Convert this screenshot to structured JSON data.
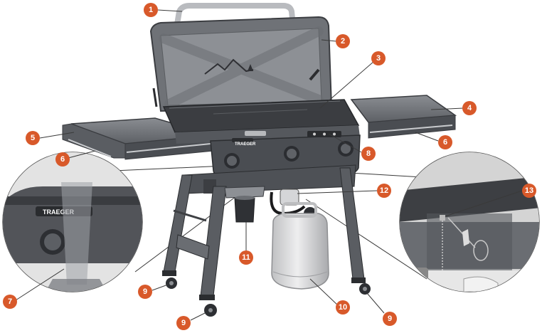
{
  "brand": "TRAEGER",
  "colors": {
    "callout": "#d8592a",
    "body": "#4a4d52",
    "dark": "#2c2e31",
    "light": "#8e9196",
    "lid": "#7b7e83",
    "tank": "#d9d9da"
  },
  "callouts": [
    {
      "label": "1"
    },
    {
      "label": "2"
    },
    {
      "label": "3"
    },
    {
      "label": "4"
    },
    {
      "label": "5"
    },
    {
      "label": "6"
    },
    {
      "label": "6"
    },
    {
      "label": "7"
    },
    {
      "label": "8"
    },
    {
      "label": "9"
    },
    {
      "label": "9"
    },
    {
      "label": "9"
    },
    {
      "label": "10"
    },
    {
      "label": "11"
    },
    {
      "label": "12"
    },
    {
      "label": "13"
    }
  ]
}
